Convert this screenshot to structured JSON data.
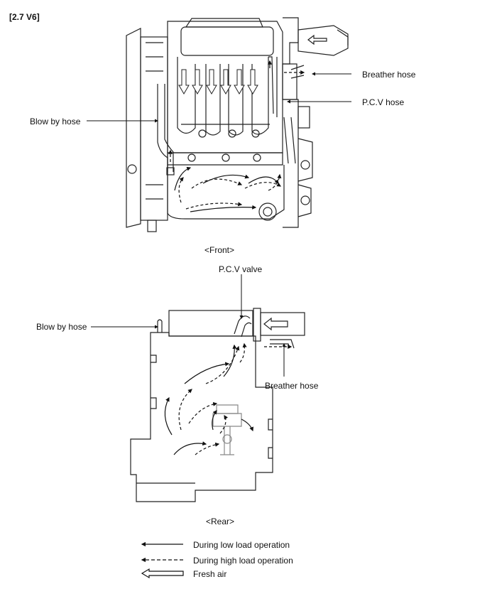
{
  "header": "[2.7 V6]",
  "front": {
    "caption": "<Front>",
    "labels": {
      "breather": "Breather hose",
      "pcv_hose": "P.C.V hose",
      "blow_by": "Blow by hose"
    }
  },
  "rear": {
    "caption": "<Rear>",
    "labels": {
      "pcv_valve": "P.C.V valve",
      "blow_by": "Blow by hose",
      "breather": "Breather hose"
    }
  },
  "legend": [
    {
      "icon": "solid-arrow-icon",
      "label": "During low load operation"
    },
    {
      "icon": "dashed-arrow-icon",
      "label": "During high load operation"
    },
    {
      "icon": "hollow-arrow-icon",
      "label": "Fresh air"
    }
  ]
}
